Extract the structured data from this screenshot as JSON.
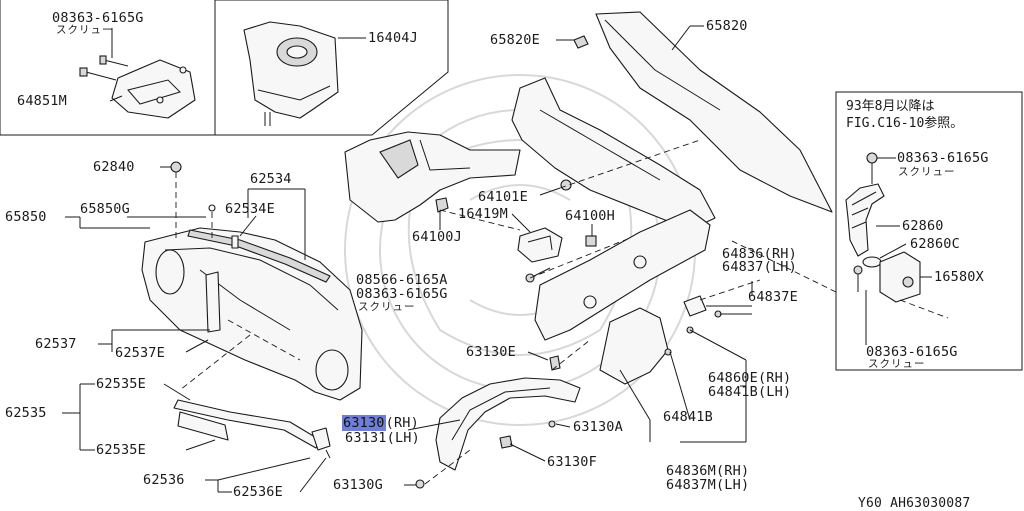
{
  "parts": {
    "p08363_6165g_top": "08363-6165G",
    "screw_top": "スクリュー",
    "p64851m": "64851M",
    "p16404j": "16404J",
    "p65820e": "65820E",
    "p65820": "65820",
    "p62840": "62840",
    "p62534": "62534",
    "p62534e": "62534E",
    "p65850": "65850",
    "p65850g": "65850G",
    "p64100j": "64100J",
    "p16419m": "16419M",
    "p64100h": "64100H",
    "p64101e": "64101E",
    "p64836rh": "64836(RH)",
    "p64837lh": "64837(LH)",
    "p64837e": "64837E",
    "p08566_6165a": "08566-6165A",
    "p08363_6165g_mid": "08363-6165G",
    "screw_mid": "スクリュー",
    "p62537": "62537",
    "p62537e": "62537E",
    "p63130e": "63130E",
    "p64860e_rh": "64860E(RH)",
    "p64841b_lh": "64841B(LH)",
    "p62535e_top": "62535E",
    "p62535": "62535",
    "p62535e_bot": "62535E",
    "p63130_rh_code": "63130",
    "p63130_rh_suffix": "(RH)",
    "p63131_lh": "63131(LH)",
    "p63130a": "63130A",
    "p64841b": "64841B",
    "p63130f": "63130F",
    "p62536": "62536",
    "p62536e": "62536E",
    "p63130g": "63130G",
    "p64836m_rh": "64836M(RH)",
    "p64837m_lh": "64837M(LH)"
  },
  "inset": {
    "note_line1": "93年8月以降は",
    "note_line2": "FIG.C16-10参照。",
    "p08363_6165g_a": "08363-6165G",
    "screw_a": "スクリュー",
    "p62860": "62860",
    "p62860c": "62860C",
    "p16580x": "16580X",
    "p08363_6165g_b": "08363-6165G",
    "screw_b": "スクリュー"
  },
  "footer": {
    "ref": "Y60  AH63030087"
  },
  "colors": {
    "highlight": "#6f7fd8",
    "line": "#1a1a1a",
    "watermark": "#d8d8d8"
  }
}
